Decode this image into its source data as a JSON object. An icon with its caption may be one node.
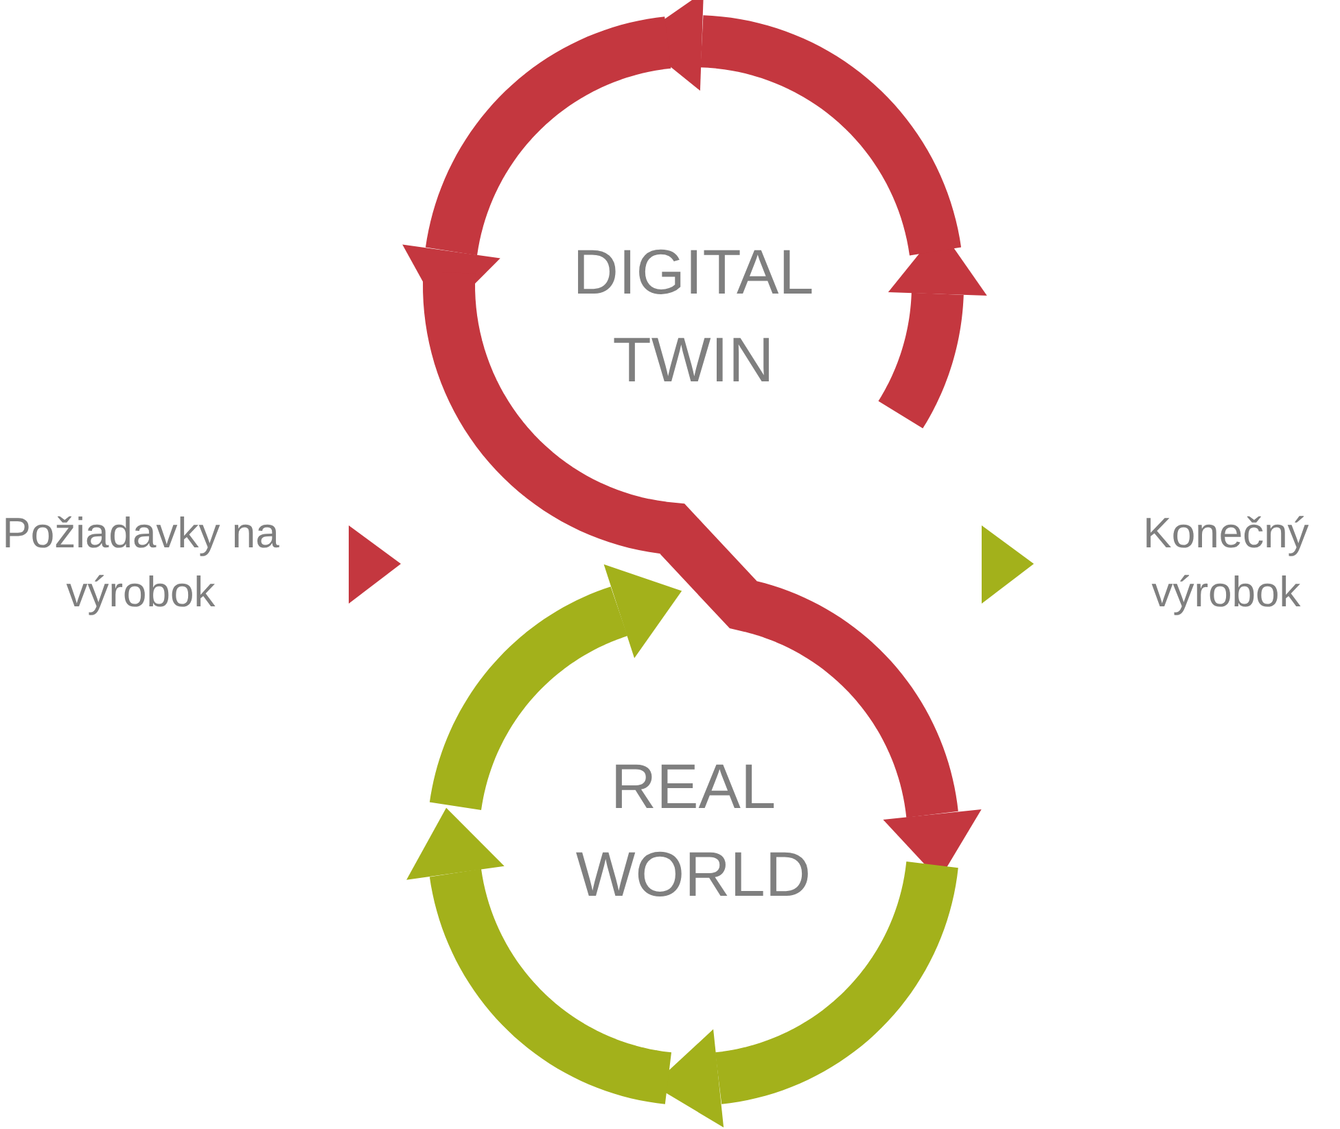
{
  "diagram": {
    "nodes": [
      {
        "text": [
          "Požiadavky na výrobok"
        ]
      },
      {
        "text": [
          "DIGITAL TWIN"
        ]
      },
      {
        "text": [
          "REAL WORLD"
        ]
      },
      {
        "text": [
          "Konečný výrobok"
        ]
      }
    ],
    "edges": []
  }
}
